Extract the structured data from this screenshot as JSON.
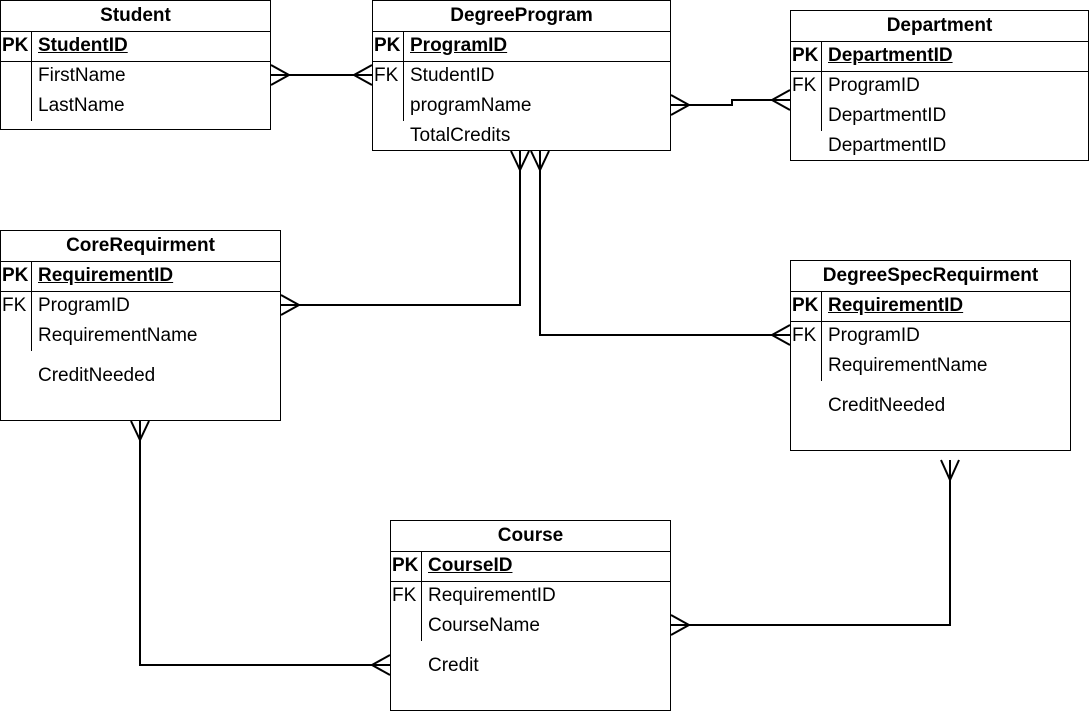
{
  "entities": {
    "student": {
      "title": "Student",
      "pk_tag": "PK",
      "pk": "StudentID",
      "attrs": [
        "FirstName",
        "LastName"
      ]
    },
    "degree_program": {
      "title": "DegreeProgram",
      "pk_tag": "PK",
      "pk": "ProgramID",
      "fk_tag": "FK",
      "attrs": [
        "StudentID",
        "programName",
        "TotalCredits"
      ]
    },
    "department": {
      "title": "Department",
      "pk_tag": "PK",
      "pk": "DepartmentID",
      "fk_tag": "FK",
      "attrs": [
        "ProgramID",
        "DepartmentID",
        "DepartmentID"
      ]
    },
    "core_requirment": {
      "title": "CoreRequirment",
      "pk_tag": "PK",
      "pk": "RequirementID",
      "fk_tag": "FK",
      "attrs": [
        "ProgramID",
        "RequirementName",
        "CreditNeeded"
      ]
    },
    "degree_spec_requirment": {
      "title": "DegreeSpecRequirment",
      "pk_tag": "PK",
      "pk": "RequirementID",
      "fk_tag": "FK",
      "attrs": [
        "ProgramID",
        "RequirementName",
        "CreditNeeded"
      ]
    },
    "course": {
      "title": "Course",
      "pk_tag": "PK",
      "pk": "CourseID",
      "fk_tag": "FK",
      "attrs": [
        "RequirementID",
        "CourseName",
        "Credit"
      ]
    }
  },
  "relationships": [
    {
      "from": "Student",
      "to": "DegreeProgram",
      "from_end": "many",
      "to_end": "many"
    },
    {
      "from": "DegreeProgram",
      "to": "Department",
      "from_end": "many",
      "to_end": "many"
    },
    {
      "from": "DegreeProgram",
      "to": "CoreRequirment",
      "from_end": "many",
      "to_end": "many"
    },
    {
      "from": "DegreeProgram",
      "to": "DegreeSpecRequirment",
      "from_end": "many",
      "to_end": "many"
    },
    {
      "from": "CoreRequirment",
      "to": "Course",
      "from_end": "many",
      "to_end": "many"
    },
    {
      "from": "DegreeSpecRequirment",
      "to": "Course",
      "from_end": "many",
      "to_end": "many"
    }
  ]
}
